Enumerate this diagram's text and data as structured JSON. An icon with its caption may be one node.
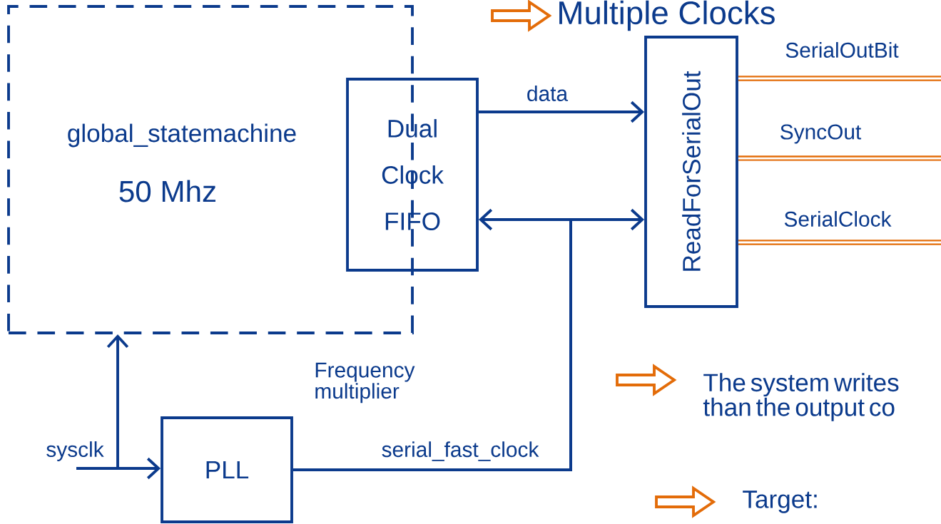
{
  "diagram": {
    "title": "Multiple Clocks",
    "nodes": [
      {
        "text": [
          "global_statemachine",
          "50 Mhz"
        ]
      },
      {
        "text": [
          "Dual Clock FIFO"
        ]
      },
      {
        "text": [
          "ReadForSerialOut"
        ]
      },
      {
        "text": [
          "PLL"
        ]
      }
    ],
    "edges": [
      {
        "from": 1,
        "to": 2,
        "arrow": "to",
        "label": "data"
      },
      {
        "from": 3,
        "to": 1,
        "arrow": "to",
        "label": "serial_fast_clock"
      },
      {
        "from": 3,
        "to": 2,
        "arrow": "to"
      },
      {
        "from": null,
        "to": 3,
        "arrow": "to",
        "label": "sysclk"
      },
      {
        "from": null,
        "to": 0,
        "arrow": "to"
      },
      {
        "from": 2,
        "to": null,
        "arrow": "none",
        "label": "SerialOutBit",
        "style": "thick",
        "color": "#e36c09"
      },
      {
        "from": 2,
        "to": null,
        "arrow": "none",
        "label": "SyncOut",
        "style": "thick",
        "color": "#e36c09"
      },
      {
        "from": 2,
        "to": null,
        "arrow": "none",
        "label": "SerialClock",
        "style": "thick",
        "color": "#e36c09"
      }
    ],
    "labels": [
      "Frequency multiplier",
      "The system writes than the output co",
      "Target:"
    ]
  }
}
